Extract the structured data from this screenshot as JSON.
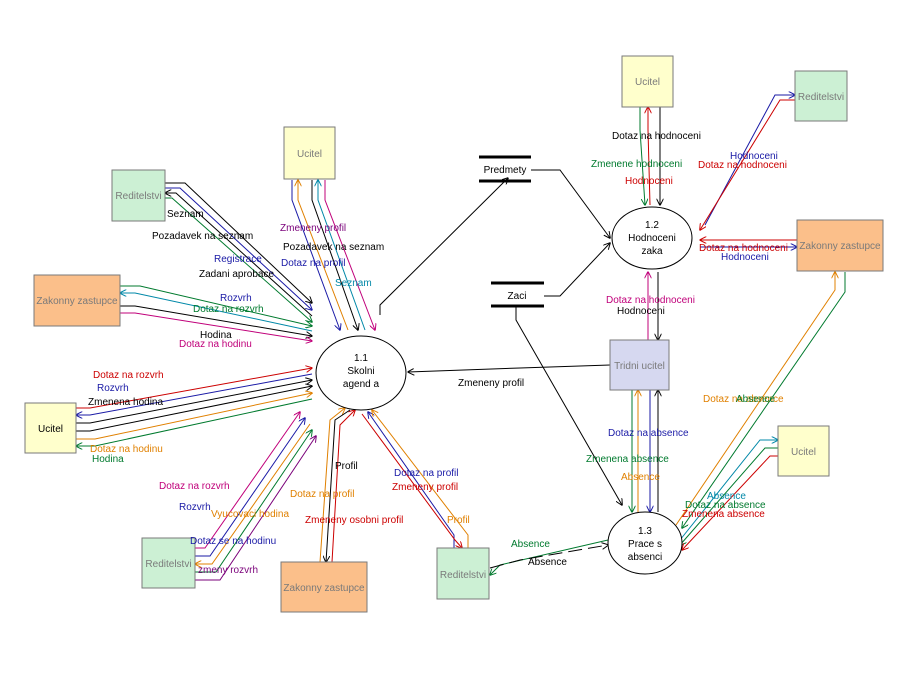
{
  "palette": {
    "teacher_fill": "#ffffcc",
    "director_fill": "#ccf0d4",
    "guardian_fill": "#fbbf8a",
    "classteacher_fill": "#d6d8f0",
    "box_stroke": "#7a7a7a",
    "label_gray": "#7a7a7a",
    "black": "#000000",
    "red": "#cc0000",
    "blue": "#1a1aa6",
    "green": "#007a2e",
    "orange": "#e08000",
    "magenta": "#c0007a",
    "purple": "#7a007a",
    "teal": "#0088a8"
  },
  "entities": {
    "ucitel_top": "Ucitel",
    "ucitel_top_right": "Ucitel",
    "ucitel_left": "Ucitel",
    "ucitel_right": "Ucitel",
    "reditelstvi_top_left": "Reditelstvi",
    "reditelstvi_top_right": "Reditelstvi",
    "reditelstvi_bottom_left": "Reditelstvi",
    "reditelstvi_bottom_mid": "Reditelstvi",
    "zakonny_left": "Zakonny zastupce",
    "zakonny_right": "Zakonny zastupce",
    "zakonny_bottom": "Zakonny zastupce",
    "tridni_ucitel": "Tridni ucitel"
  },
  "processes": {
    "p1": {
      "num": "1.1",
      "line1": "Skolni",
      "line2": "agend a"
    },
    "p2": {
      "num": "1.2",
      "line1": "Hodnoceni",
      "line2": "zaka"
    },
    "p3": {
      "num": "1.3",
      "line1": "Prace s",
      "line2": "absenci"
    }
  },
  "stores": {
    "predmety": "Predmety",
    "zaci": "Zaci"
  },
  "flows": {
    "seznam": "Seznam",
    "pozadavek_na_seznam_1": "Pozadavek na seznam",
    "registrace": "Registrace",
    "zadani_aprobace": "Zadani aprobace",
    "zmeneny_profil_top": "Zmeneny profil",
    "pozadavek_na_seznam_2": "Pozadavek na seznam",
    "dotaz_na_profil_top": "Dotaz na profil",
    "seznam_teal": "Seznam",
    "rozvrh_1": "Rozvrh",
    "dotaz_na_rozvrh_1": "Dotaz na rozvrh",
    "hodina_1": "Hodina",
    "dotaz_na_hodinu_1": "Dotaz na hodinu",
    "dotaz_na_rozvrh_2": "Dotaz na rozvrh",
    "rozvrh_2": "Rozvrh",
    "zmenena_hodina_1": "Zmenena hodina",
    "dotaz_na_hodinu_2": "Dotaz na hodinu",
    "hodina_2": "Hodina",
    "dotaz_na_rozvrh_3": "Dotaz na rozvrh",
    "rozvrh_3": "Rozvrh",
    "vyucovaci_hodina": "Vyucovaci hodina",
    "dotaz_se_na_hodinu": "Dotaz se na hodinu",
    "zmeny_rozvrh": "zmeny rozvrh",
    "profil_bottom": "Profil",
    "dotaz_na_profil_bottom_orange": "Dotaz na profil",
    "zmeneny_osobni_profil": "Zmeneny osobni profil",
    "dotaz_na_profil_mid": "Dotaz na profil",
    "zmeneny_profil_mid": "Zmeneny profil",
    "profil_orange": "Profil",
    "zmeneny_profil_tridni": "Zmeneny profil",
    "dotaz_na_hodnoceni_top": "Dotaz na hodnoceni",
    "zmenene_hodnoceni": "Zmenene hodnoceni",
    "hodnoceni_red_top": "Hodnoceni",
    "hodnoceni_blue_right": "Hodnoceni",
    "dotaz_na_hodnoceni_red_right": "Dotaz na hodnoceni",
    "dotaz_na_hodnoceni_zakonny": "Dotaz na hodnoceni",
    "hodnoceni_zakonny": "Hodnoceni",
    "dotaz_na_hodnoceni_tridni": "Dotaz na hodnoceni",
    "hodnoceni_tridni": "Hodnoceni",
    "dotaz_na_absence_zakonny": "Dotaz na absence",
    "absence_zakonny": "Absence",
    "dotaz_na_absence_tridni": "Dotaz na absence",
    "zmenena_absence": "Zmenena absence",
    "absence_tridni": "Absence",
    "absence_ucitel_right": "Absence",
    "dotaz_na_absence_ucitel": "Dotaz na absence",
    "zmenena_absence_ucitel": "Zmenena absence",
    "absence_reditelstvi_1": "Absence",
    "absence_reditelstvi_2": "Absence"
  }
}
